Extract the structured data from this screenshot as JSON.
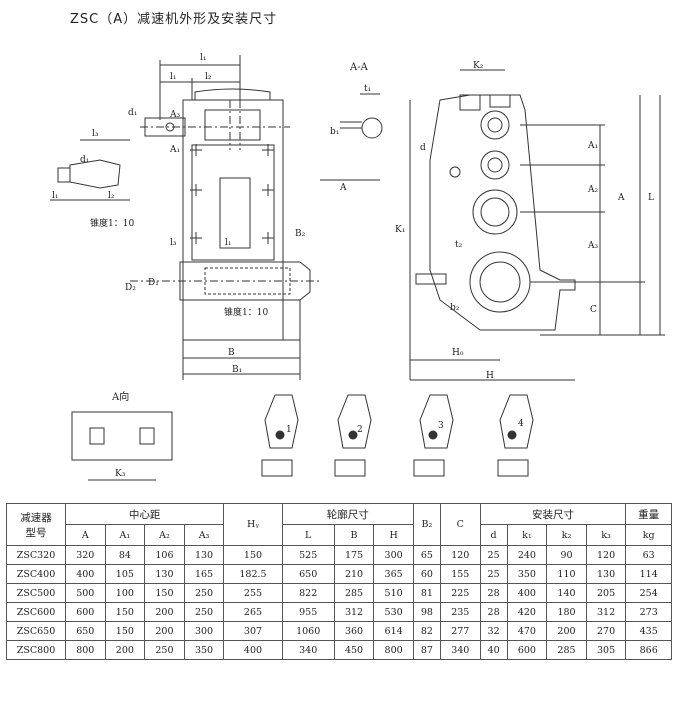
{
  "title": "ZSC（A）减速机外形及安装尺寸",
  "drawing": {
    "labels": {
      "l1": "l₁",
      "l1b": "l₁",
      "l2": "l₂",
      "l2b": "l₂",
      "l3": "l₃",
      "l3b": "l₃",
      "d1": "d₁",
      "d1b": "d₁",
      "A3": "A₃",
      "A1": "A₁",
      "AA": "A-A",
      "t1": "t₁",
      "b1": "b₁",
      "A": "A",
      "taper1": "锥度1：10",
      "taper2": "锥度1：10",
      "D2": "D₂",
      "D1": "D₁",
      "B2": "B₂",
      "B": "B",
      "B1": "B₁",
      "Adir": "A向",
      "K3": "K₃",
      "K2": "K₂",
      "d": "d",
      "K1": "K₁",
      "t2": "t₂",
      "b2": "b₂",
      "H0": "H₀",
      "H": "H",
      "L": "L",
      "C": "C",
      "rA1": "A₁",
      "rA2": "A₂",
      "rA3": "A₃",
      "rA": "A",
      "p1": "1",
      "p2": "2",
      "p3": "3",
      "p4": "4"
    }
  },
  "table": {
    "header1": {
      "model": "减速器\n型号",
      "center": "中心距",
      "hz": "Hᵧ",
      "outline": "轮廓尺寸",
      "bz": "B₂",
      "c": "C",
      "install": "安装尺寸",
      "weight": "重量"
    },
    "header2": [
      "A",
      "A₁",
      "A₂",
      "A₃",
      "L",
      "B",
      "H",
      "d",
      "k₁",
      "k₂",
      "k₃",
      "kg"
    ],
    "rows": [
      [
        "ZSC320",
        "320",
        "84",
        "106",
        "130",
        "150",
        "525",
        "175",
        "300",
        "65",
        "120",
        "25",
        "240",
        "90",
        "120",
        "63"
      ],
      [
        "ZSC400",
        "400",
        "105",
        "130",
        "165",
        "182.5",
        "650",
        "210",
        "365",
        "60",
        "155",
        "25",
        "350",
        "110",
        "130",
        "114"
      ],
      [
        " ZSC500",
        "500",
        "100",
        "150",
        "250",
        "255",
        "822",
        "285",
        "510",
        "81",
        "225",
        "28",
        "400",
        "140",
        "205",
        "254"
      ],
      [
        "ZSC600",
        "600",
        "150",
        "200",
        "250",
        "265",
        "955",
        "312",
        "530",
        "98",
        "235",
        "28",
        "420",
        "180",
        "312",
        "273"
      ],
      [
        "ZSC650",
        "650",
        "150",
        "200",
        "300",
        "307",
        "1060",
        "360",
        "614",
        "82",
        "277",
        "32",
        "470",
        "200",
        "270",
        "435"
      ],
      [
        "ZSC800",
        "800",
        "200",
        "250",
        "350",
        "400",
        "340",
        "450",
        "800",
        "87",
        "340",
        "40",
        "600",
        "285",
        "305",
        "866"
      ]
    ]
  }
}
